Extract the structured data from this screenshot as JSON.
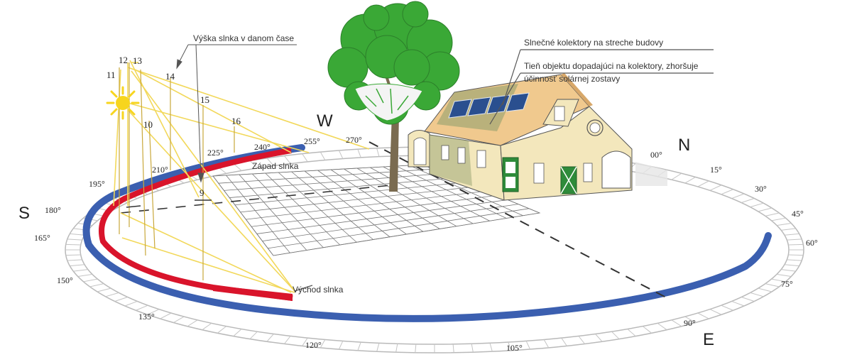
{
  "labels": {
    "sun_height": "Výška slnka v danom čase",
    "collectors": "Slnečné kolektory na streche budovy",
    "shadow_line1": "Tieň objektu dopadajúci na kolektory, zhoršuje",
    "shadow_line2": "účinnosť solárnej zostavy",
    "sunset": "Západ slnka",
    "sunrise": "Východ slnka"
  },
  "cardinals": {
    "south": "S",
    "west": "W",
    "north": "N",
    "east": "E"
  },
  "degrees": {
    "d00": "00°",
    "d15": "15°",
    "d30": "30°",
    "d45": "45°",
    "d60": "60°",
    "d75": "75°",
    "d90": "90°",
    "d105": "105°",
    "d120": "120°",
    "d135": "135°",
    "d150": "150°",
    "d165": "165°",
    "d180": "180°",
    "d195": "195°",
    "d210": "210°",
    "d225": "225°",
    "d240": "240°",
    "d255": "255°",
    "d270": "270°"
  },
  "hours": {
    "h9": "9",
    "h10": "10",
    "h11": "11",
    "h12": "12",
    "h13": "13",
    "h14": "14",
    "h15": "15",
    "h16": "16"
  },
  "colors": {
    "winter_path": "#3b5fb0",
    "summer_path": "#d9142b",
    "sun_rays": "#f2d85a",
    "sun": "#f7d51e",
    "tree": "#3aa836",
    "house_wall": "#f3e7bc",
    "roof": "#f0c98e",
    "door": "#2e8b3a",
    "panel": "#2a4f8f"
  }
}
